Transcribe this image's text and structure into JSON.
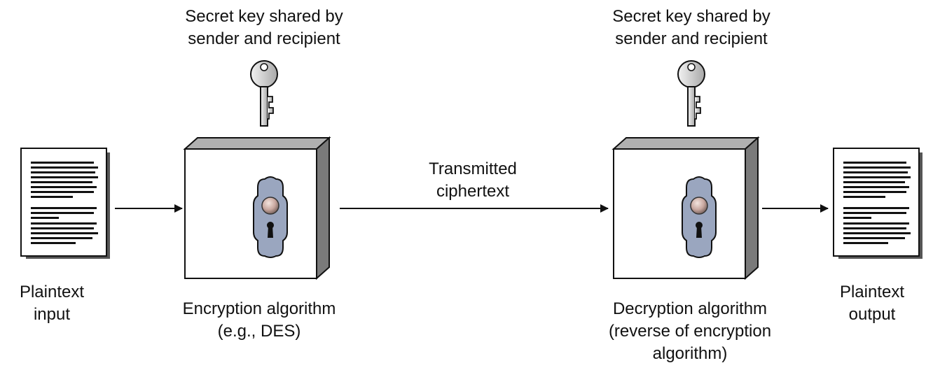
{
  "labels": {
    "key_left": "Secret key shared by\nsender and recipient",
    "key_right": "Secret key shared by\nsender and recipient",
    "transmitted": "Transmitted\nciphertext",
    "plaintext_input": "Plaintext\ninput",
    "encryption": "Encryption algorithm\n(e.g., DES)",
    "decryption": "Decryption algorithm\n(reverse of encryption\nalgorithm)",
    "plaintext_output": "Plaintext\noutput"
  },
  "colors": {
    "line": "#111111",
    "box_side": "#7a7a7a",
    "box_top": "#b0b0b0",
    "keyhole_plate": "#9aa6bf",
    "knob": "#c9a8a0",
    "key": "#cfcfcf"
  }
}
